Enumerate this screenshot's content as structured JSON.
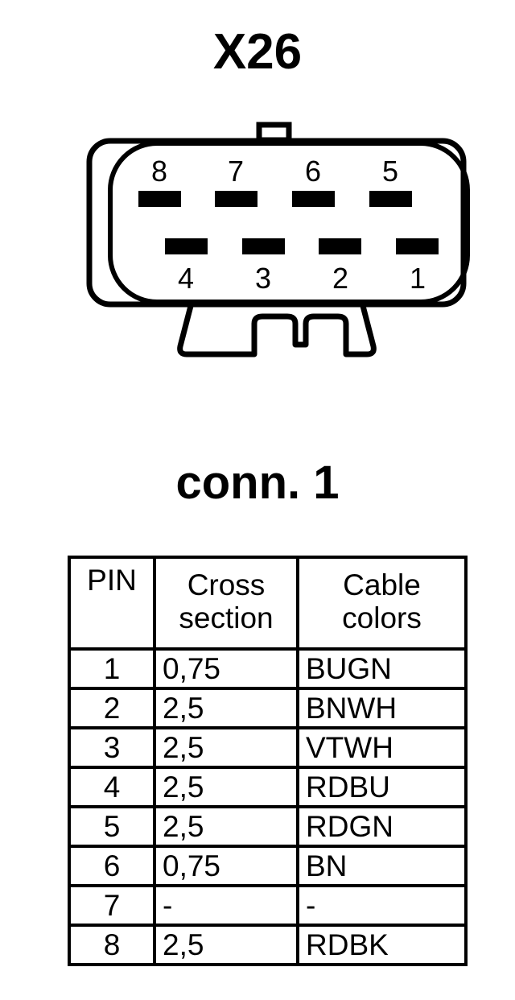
{
  "connector": {
    "title": "X26",
    "sub_label": "conn. 1",
    "type": "8-way automotive blade connector",
    "pin_numbers_top": [
      "8",
      "7",
      "6",
      "5"
    ],
    "pin_numbers_bottom": [
      "4",
      "3",
      "2",
      "1"
    ],
    "line_color": "#000000",
    "blade_color": "#000000",
    "background": "#ffffff"
  },
  "table": {
    "headers": {
      "pin": "PIN",
      "cross_section_line1": "Cross",
      "cross_section_line2": "section",
      "cable_colors_line1": "Cable",
      "cable_colors_line2": "colors"
    },
    "rows": [
      {
        "pin": "1",
        "cross_section": "0,75",
        "cable_color": "BUGN"
      },
      {
        "pin": "2",
        "cross_section": "2,5",
        "cable_color": "BNWH"
      },
      {
        "pin": "3",
        "cross_section": "2,5",
        "cable_color": "VTWH"
      },
      {
        "pin": "4",
        "cross_section": "2,5",
        "cable_color": "RDBU"
      },
      {
        "pin": "5",
        "cross_section": "2,5",
        "cable_color": "RDGN"
      },
      {
        "pin": "6",
        "cross_section": "0,75",
        "cable_color": "BN"
      },
      {
        "pin": "7",
        "cross_section": "-",
        "cable_color": "-"
      },
      {
        "pin": "8",
        "cross_section": "2,5",
        "cable_color": "RDBK"
      }
    ]
  }
}
